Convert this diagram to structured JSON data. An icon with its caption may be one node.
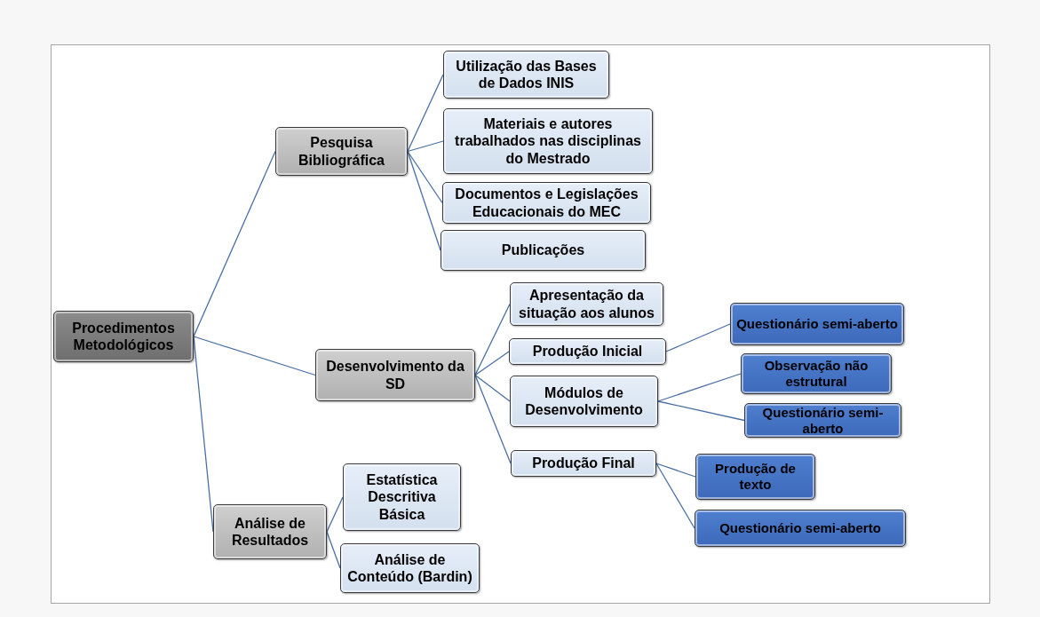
{
  "diagram": {
    "nodes": [
      {
        "text": [
          "Procedimentos Metodológicos"
        ]
      },
      {
        "text": [
          "Pesquisa Bibliográfica"
        ]
      },
      {
        "text": [
          "Utilização das Bases de Dados INIS"
        ]
      },
      {
        "text": [
          "Materiais e autores trabalhados nas disciplinas do Mestrado"
        ]
      },
      {
        "text": [
          "Documentos e Legislações Educacionais do MEC"
        ]
      },
      {
        "text": [
          "Publicações"
        ]
      },
      {
        "text": [
          "Desenvolvimento da SD"
        ]
      },
      {
        "text": [
          "Apresentação da situação aos alunos"
        ]
      },
      {
        "text": [
          "Produção Inicial"
        ]
      },
      {
        "text": [
          "Módulos de Desenvolvimento"
        ]
      },
      {
        "text": [
          "Questionário semi-aberto"
        ]
      },
      {
        "text": [
          "Observação não estrutural"
        ]
      },
      {
        "text": [
          "Questionário semi-aberto"
        ]
      },
      {
        "text": [
          "Produção Final"
        ]
      },
      {
        "text": [
          "Produção de texto"
        ]
      },
      {
        "text": [
          "Questionário semi-aberto"
        ]
      },
      {
        "text": [
          "Análise de Resultados"
        ]
      },
      {
        "text": [
          "Estatística Descritiva Básica"
        ]
      },
      {
        "text": [
          "Análise de Conteúdo (Bardin)"
        ]
      }
    ],
    "edges": [
      {
        "from": 0,
        "to": 1,
        "arrow": "none"
      },
      {
        "from": 0,
        "to": 6,
        "arrow": "none"
      },
      {
        "from": 0,
        "to": 16,
        "arrow": "none"
      },
      {
        "from": 1,
        "to": 2,
        "arrow": "none"
      },
      {
        "from": 1,
        "to": 3,
        "arrow": "none"
      },
      {
        "from": 1,
        "to": 4,
        "arrow": "none"
      },
      {
        "from": 1,
        "to": 5,
        "arrow": "none"
      },
      {
        "from": 6,
        "to": 7,
        "arrow": "none"
      },
      {
        "from": 6,
        "to": 8,
        "arrow": "none"
      },
      {
        "from": 6,
        "to": 9,
        "arrow": "none"
      },
      {
        "from": 6,
        "to": 13,
        "arrow": "none"
      },
      {
        "from": 8,
        "to": 10,
        "arrow": "none"
      },
      {
        "from": 9,
        "to": 11,
        "arrow": "none"
      },
      {
        "from": 9,
        "to": 12,
        "arrow": "none"
      },
      {
        "from": 13,
        "to": 14,
        "arrow": "none"
      },
      {
        "from": 13,
        "to": 15,
        "arrow": "none"
      },
      {
        "from": 16,
        "to": 17,
        "arrow": "none"
      },
      {
        "from": 16,
        "to": 18,
        "arrow": "none"
      }
    ]
  }
}
